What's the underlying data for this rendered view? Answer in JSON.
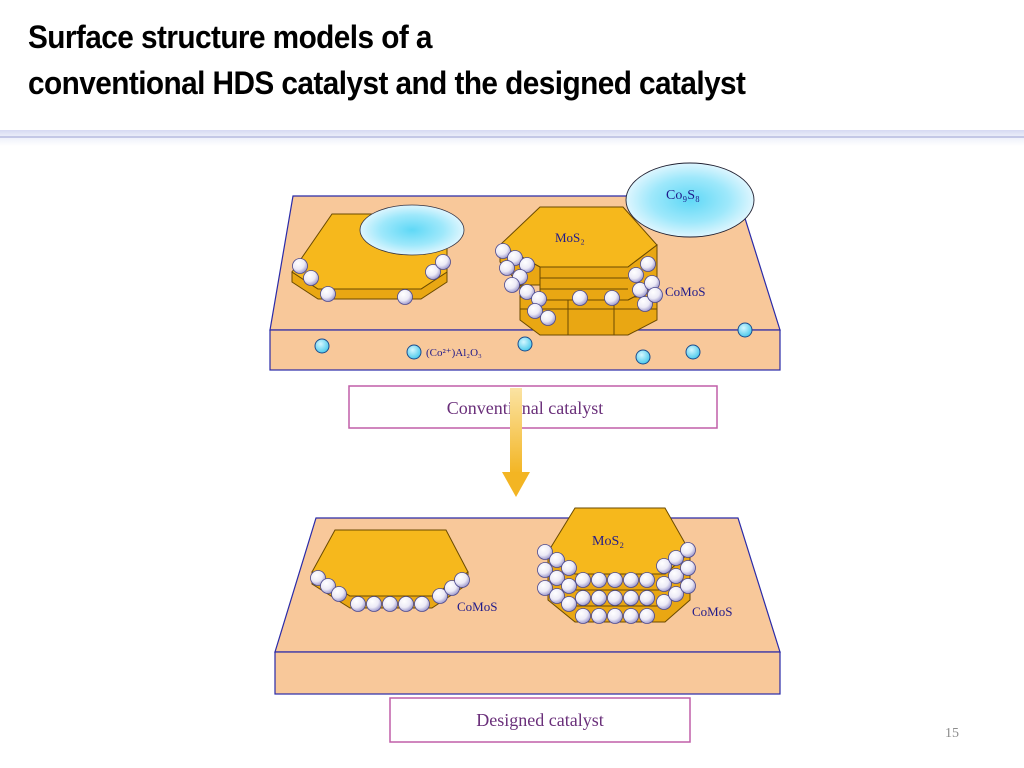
{
  "slide": {
    "title_line1": "Surface structure models of a",
    "title_line2": "conventional HDS catalyst and the designed catalyst",
    "page_number": "15"
  },
  "diagram": {
    "conventional": {
      "label_co9s8": "Co₉S₈",
      "label_mos2": "MoS₂",
      "label_comos": "CoMoS",
      "label_support": "(Co²⁺)Al₂O₃",
      "caption": "Conventional catalyst"
    },
    "designed": {
      "label_mos2": "MoS₂",
      "label_comos_left": "CoMoS",
      "label_comos_right": "CoMoS",
      "caption": "Designed catalyst"
    }
  },
  "colors": {
    "support_fill": "#f8c89a",
    "support_edge": "#2a2aa8",
    "hexagon_fill": "#f6b81c",
    "hexagon_edge": "#6a4a00",
    "cyan_blob": "#5fd8f6",
    "arrow": "#f3b523",
    "caption_border": "#c05fa8",
    "label_text": "#201a8a"
  }
}
